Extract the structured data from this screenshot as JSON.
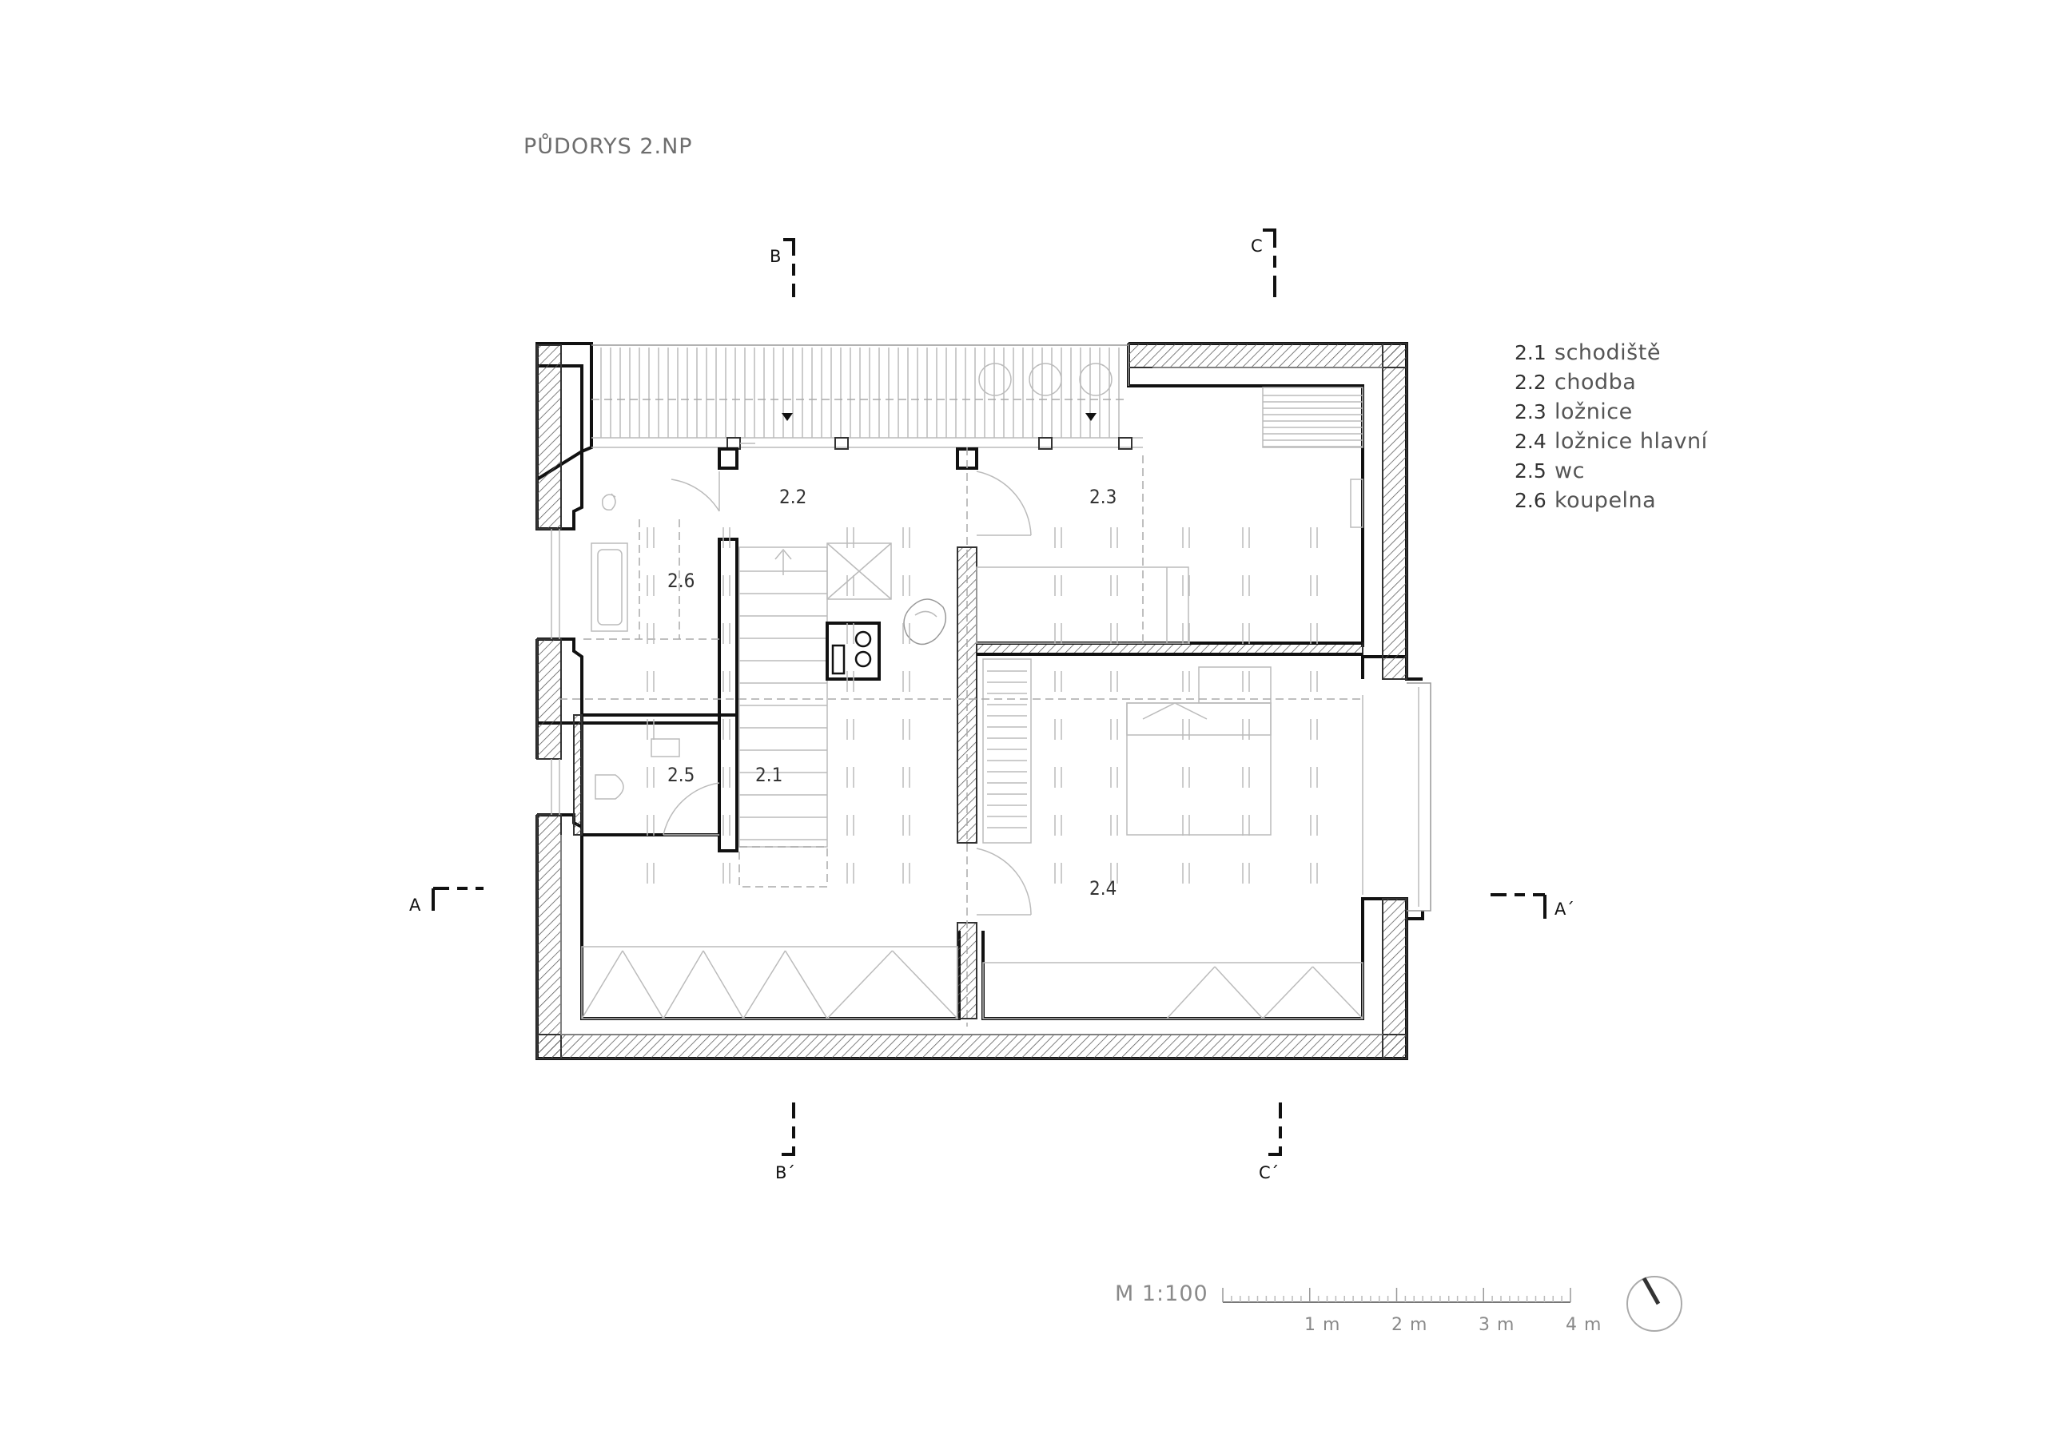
{
  "title": "PŮDORYS 2.NP",
  "rooms": [
    {
      "id": "2.1",
      "name": "schodiště"
    },
    {
      "id": "2.2",
      "name": "chodba"
    },
    {
      "id": "2.3",
      "name": "ložnice"
    },
    {
      "id": "2.4",
      "name": "ložnice hlavní"
    },
    {
      "id": "2.5",
      "name": "wc"
    },
    {
      "id": "2.6",
      "name": "koupelna"
    }
  ],
  "sections": {
    "a": "A",
    "a_prime": "A´",
    "b": "B",
    "b_prime": "B´",
    "c": "C",
    "c_prime": "C´"
  },
  "scale": {
    "title": "M 1:100",
    "labels": [
      "1 m",
      "2 m",
      "3 m",
      "4 m"
    ]
  },
  "icons": [
    "north-arrow-icon",
    "toilet-icon",
    "bathtub-icon",
    "stove-icon",
    "bed-icon"
  ]
}
